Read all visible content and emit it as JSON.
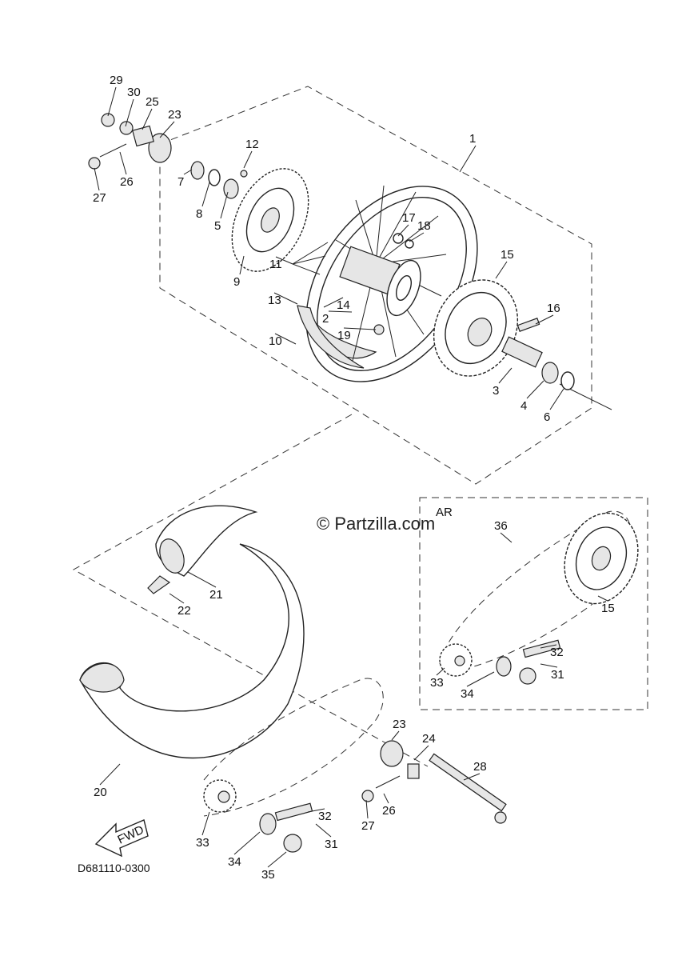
{
  "watermark": "© Partzilla.com",
  "diagram_code": "D681110-0300",
  "inset_label": "AR",
  "fwd_label": "FWD",
  "icons": [
    "fwd-arrow-icon"
  ],
  "callouts": [
    "29",
    "30",
    "25",
    "23",
    "12",
    "1",
    "27",
    "26",
    "7",
    "8",
    "5",
    "17",
    "18",
    "11",
    "9",
    "15",
    "16",
    "13",
    "14",
    "2",
    "19",
    "10",
    "3",
    "4",
    "6",
    "36",
    "21",
    "22",
    "32",
    "33",
    "31",
    "34",
    "15",
    "20",
    "23",
    "24",
    "28",
    "27",
    "26",
    "32",
    "33",
    "34",
    "31",
    "35"
  ]
}
